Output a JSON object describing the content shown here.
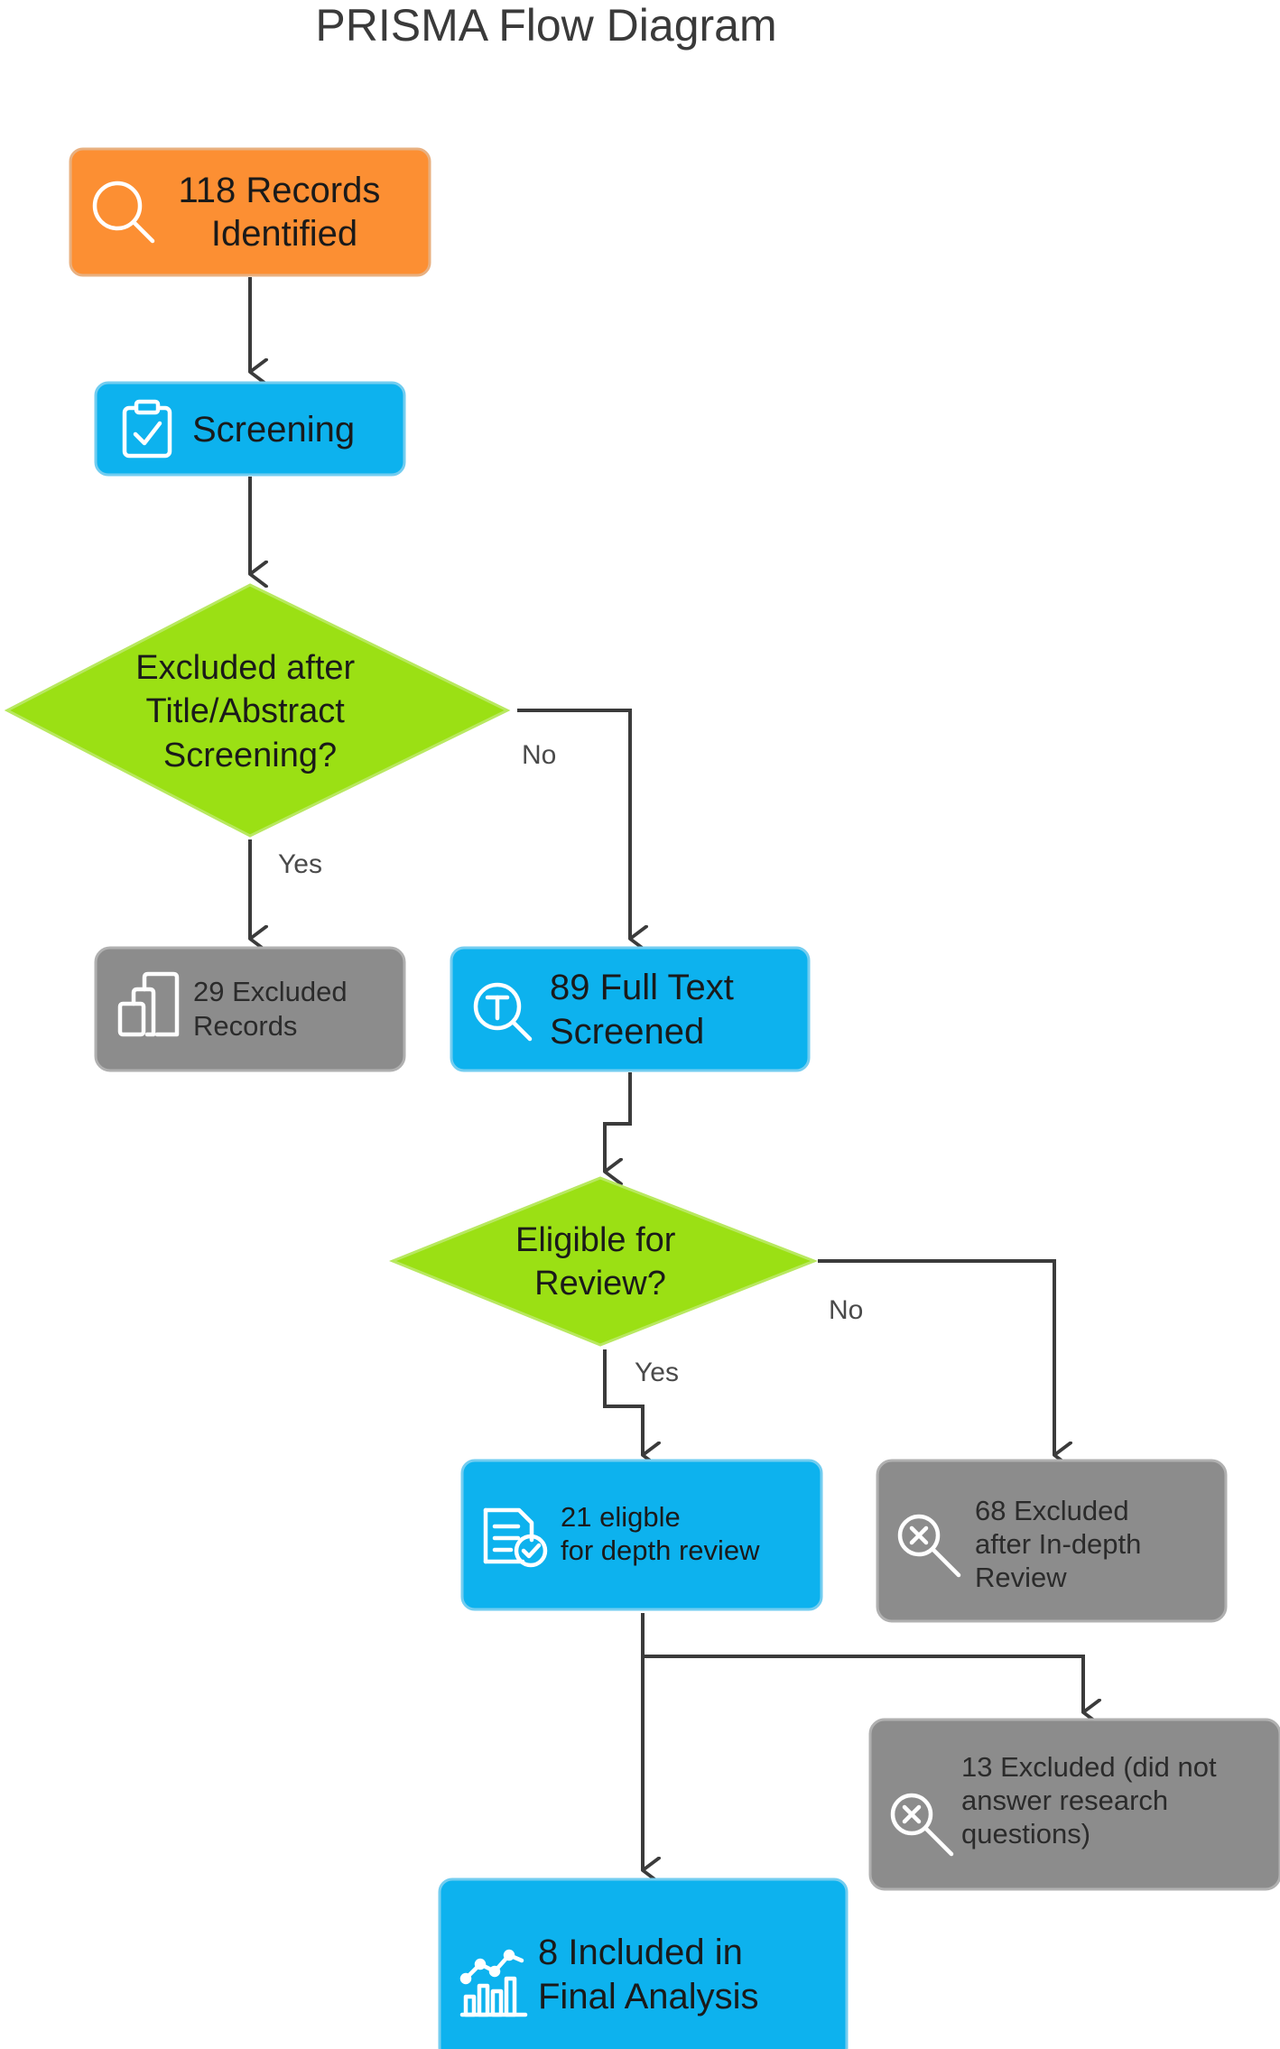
{
  "title": "PRISMA Flow Diagram",
  "colors": {
    "orange": "#FC8F33",
    "blue": "#0DB2EE",
    "green": "#9BE014",
    "grey": "#8C8C8C",
    "edge": "#3B3B3B"
  },
  "nodes": {
    "identified": {
      "lines": [
        "118 Records",
        "Identified"
      ],
      "icon": "search-icon"
    },
    "screening": {
      "lines": [
        "Screening"
      ],
      "icon": "clipboard-check-icon"
    },
    "decision1": {
      "lines": [
        "Excluded after",
        "Title/Abstract",
        "Screening?"
      ]
    },
    "excluded29": {
      "lines": [
        "29 Excluded",
        "Records"
      ],
      "icon": "stacked-pages-icon"
    },
    "fulltext": {
      "lines": [
        "89 Full Text",
        "Screened"
      ],
      "icon": "text-search-icon"
    },
    "decision2": {
      "lines": [
        "Eligible for",
        "Review?"
      ]
    },
    "eligible21": {
      "lines": [
        "21 eligble",
        "for depth review"
      ],
      "icon": "document-check-icon"
    },
    "excluded68": {
      "lines": [
        "68 Excluded",
        "after In-depth",
        "Review"
      ],
      "icon": "search-x-icon"
    },
    "excluded13": {
      "lines": [
        "13 Excluded (did not",
        "answer research",
        "questions)"
      ],
      "icon": "search-x-icon"
    },
    "included8": {
      "lines": [
        "8 Included in",
        "Final Analysis"
      ],
      "icon": "analytics-chart-icon"
    }
  },
  "edge_labels": {
    "d1_no": "No",
    "d1_yes": "Yes",
    "d2_no": "No",
    "d2_yes": "Yes"
  }
}
